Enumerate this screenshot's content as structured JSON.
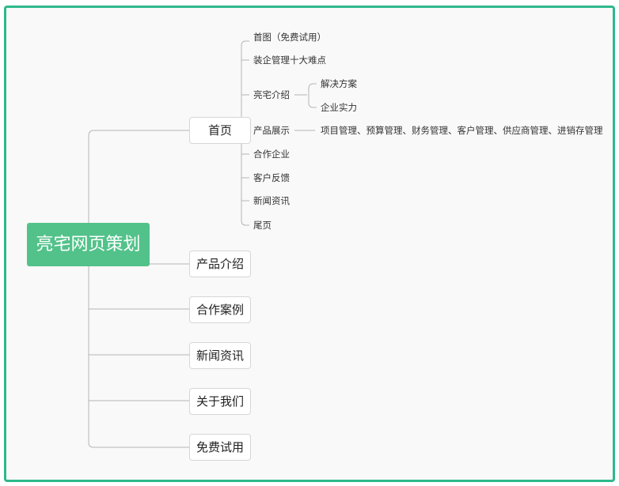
{
  "root": {
    "label": "亮宅网页策划"
  },
  "branches": [
    {
      "label": "首页"
    },
    {
      "label": "产品介绍"
    },
    {
      "label": "合作案例"
    },
    {
      "label": "新闻资讯"
    },
    {
      "label": "关于我们"
    },
    {
      "label": "免费试用"
    }
  ],
  "home_children": [
    {
      "label": "首图（免费试用）"
    },
    {
      "label": "装企管理十大难点"
    },
    {
      "label": "亮宅介绍",
      "children": [
        "解决方案",
        "企业实力"
      ]
    },
    {
      "label": "产品展示",
      "children": [
        "项目管理、预算管理、财务管理、客户管理、供应商管理、进销存管理"
      ]
    },
    {
      "label": "合作企业"
    },
    {
      "label": "客户反馈"
    },
    {
      "label": "新闻资讯"
    },
    {
      "label": "尾页"
    }
  ],
  "colors": {
    "frame": "#2db98c",
    "root_fill": "#52c28a",
    "connector": "#b5b5b5"
  }
}
